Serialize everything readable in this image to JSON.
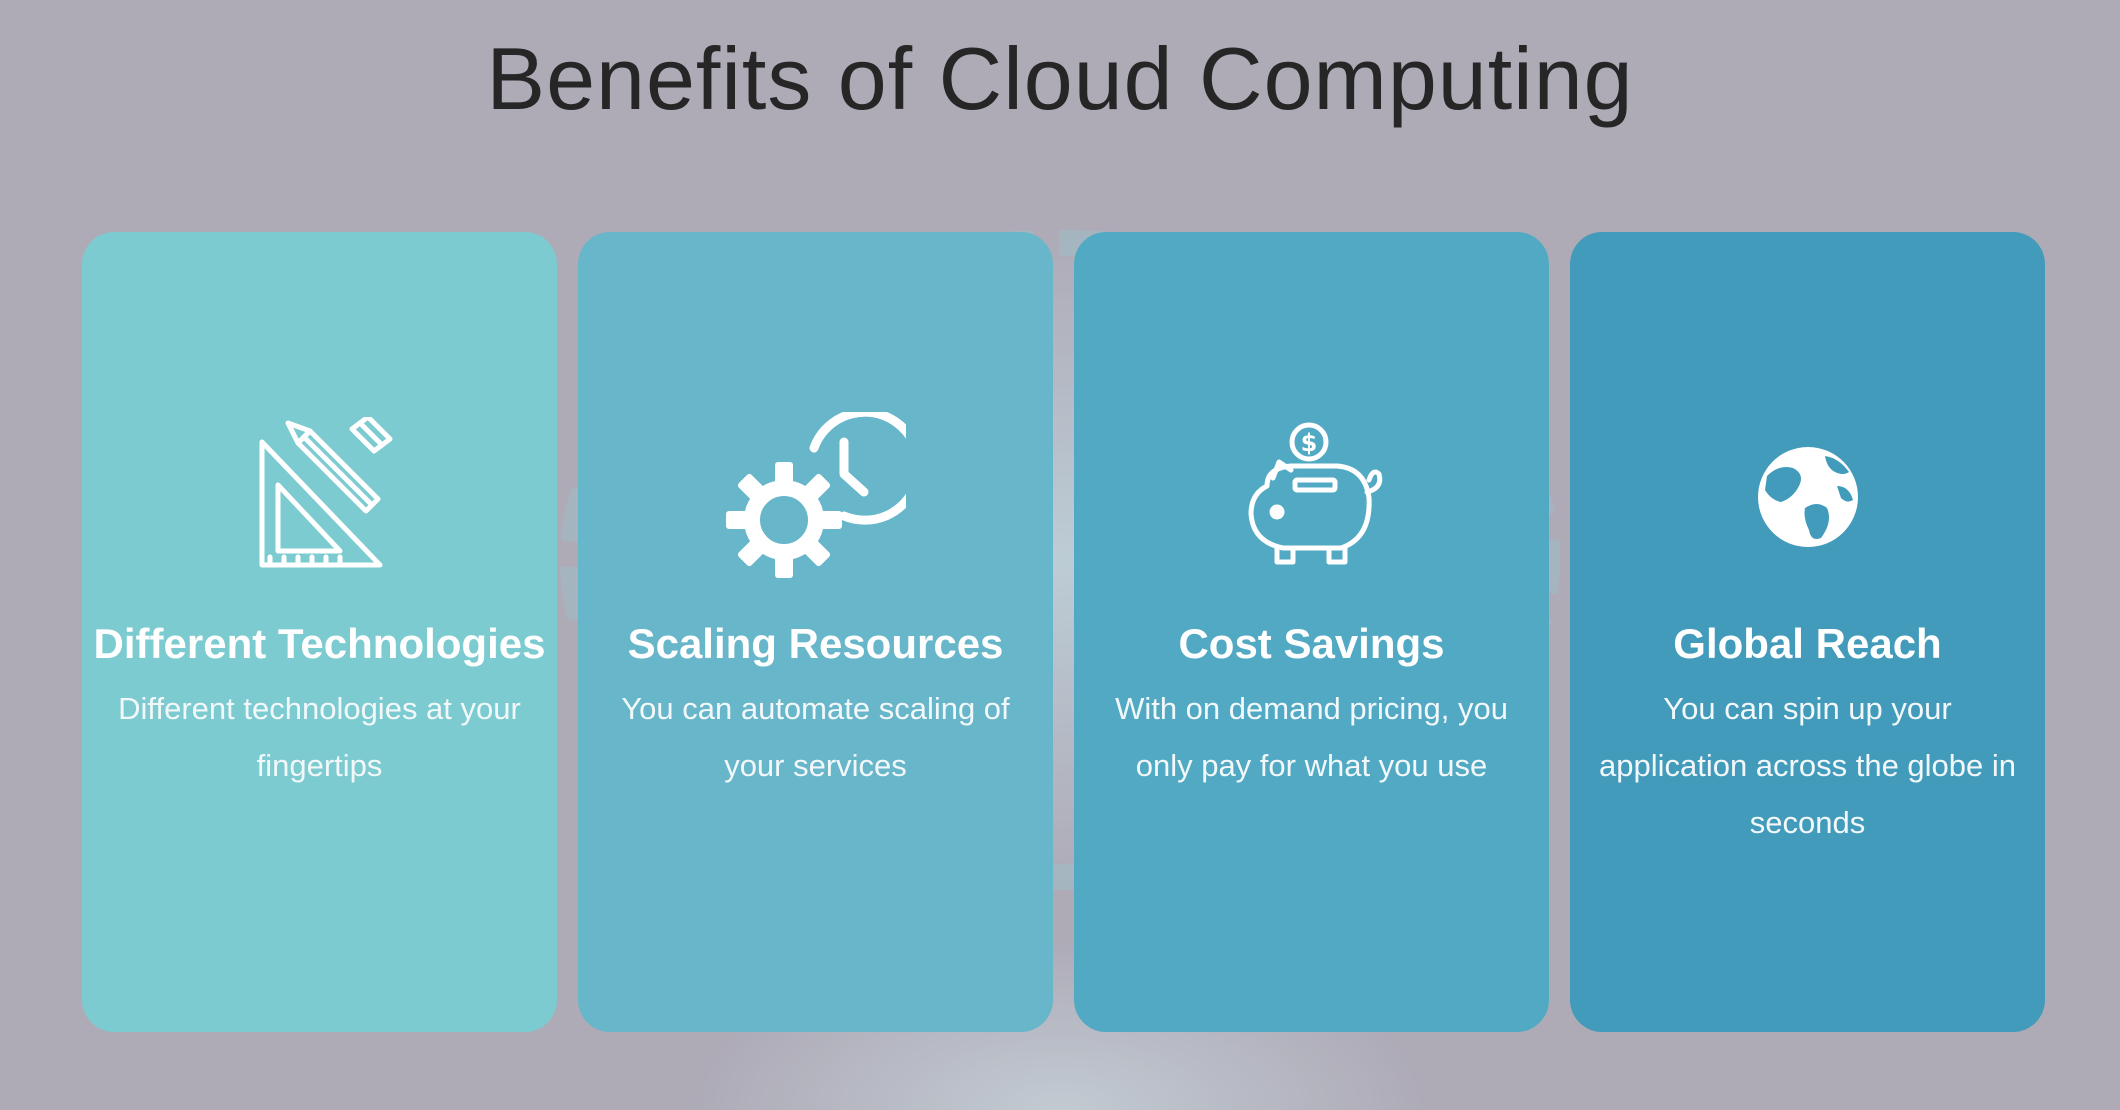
{
  "title": "Benefits of Cloud Computing",
  "colors": {
    "background": "#aeabb7",
    "card1": "#7ccbd0",
    "card2": "#68b6c9",
    "card3": "#52a9c4",
    "card4": "#439bbb"
  },
  "cards": [
    {
      "icon": "drafting-tools-icon",
      "title": "Different Technologies",
      "description": "Different technologies at your fingertips"
    },
    {
      "icon": "gear-clock-icon",
      "title": "Scaling Resources",
      "description": "You can automate scaling of your services"
    },
    {
      "icon": "piggy-bank-icon",
      "title": "Cost Savings",
      "description": "With on demand pricing, you only pay for what you use"
    },
    {
      "icon": "globe-icon",
      "title": "Global Reach",
      "description": "You can spin up your application across the globe in seconds"
    }
  ]
}
